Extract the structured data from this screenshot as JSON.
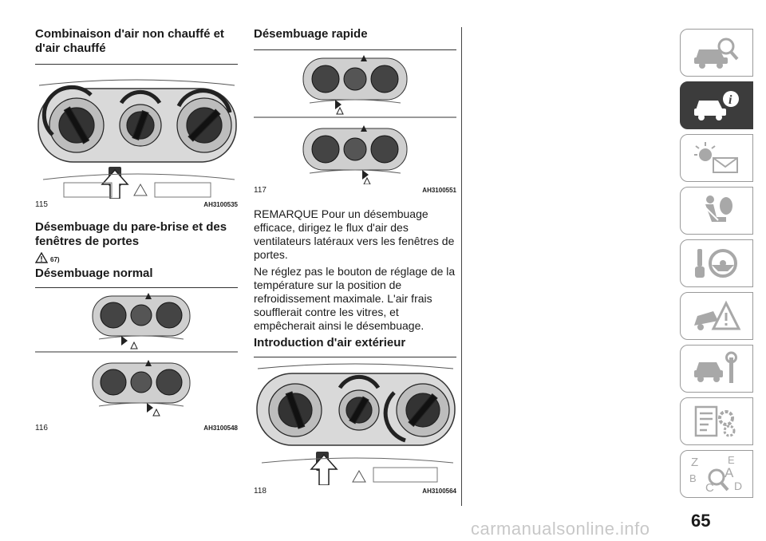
{
  "col1": {
    "heading1": "Combinaison d'air non chauffé et d'air chauffé",
    "fig115": {
      "num": "115",
      "code": "AH3100535"
    },
    "heading2": "Désembuage du pare-brise et des fenêtres de portes",
    "warning_ref": "67)",
    "heading3": "Désembuage normal",
    "fig116": {
      "num": "116",
      "code": "AH3100548"
    }
  },
  "col2": {
    "heading1": "Désembuage rapide",
    "fig117": {
      "num": "117",
      "code": "AH3100551"
    },
    "para1": "REMARQUE Pour un désembuage efficace, dirigez le flux d'air des ventilateurs latéraux vers les fenêtres de portes.",
    "para2": "Ne réglez pas le bouton de réglage de la température sur la position de refroidissement maximale. L'air frais soufflerait contre les vitres, et empêcherait ainsi le désembuage.",
    "heading2": "Introduction d'air extérieur",
    "fig118": {
      "num": "118",
      "code": "AH3100564"
    }
  },
  "sidebar": {
    "tabs": [
      {
        "icon": "car-search-icon"
      },
      {
        "icon": "car-info-icon",
        "active": true
      },
      {
        "icon": "warning-light-message-icon"
      },
      {
        "icon": "airbag-seat-icon"
      },
      {
        "icon": "key-steering-icon"
      },
      {
        "icon": "car-accident-warning-icon"
      },
      {
        "icon": "car-wrench-icon"
      },
      {
        "icon": "specifications-gear-icon"
      },
      {
        "icon": "alphabet-index-icon"
      }
    ],
    "index_letters": [
      "Z",
      "E",
      "A",
      "B",
      "C",
      "D"
    ]
  },
  "page_number": "65",
  "watermark": "carmanualsonline.info"
}
